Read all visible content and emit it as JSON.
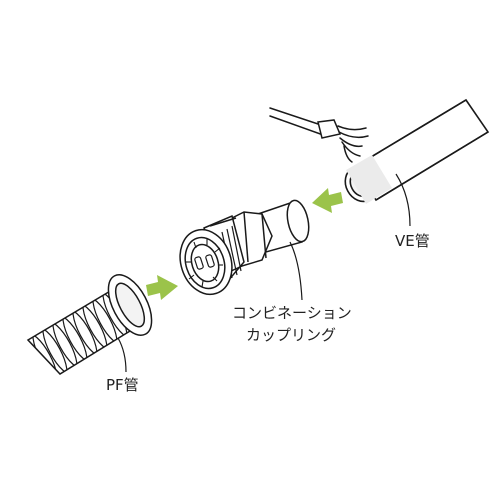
{
  "labels": {
    "ve_pipe": "VE管",
    "combination_coupling_line1": "コンビネーション",
    "combination_coupling_line2": "カップリング",
    "pf_pipe": "PF管"
  },
  "colors": {
    "arrow": "#9bc34a",
    "outline": "#1a1a1a",
    "fill": "#ffffff",
    "pipe_tint": "#f3f3f3"
  },
  "icons": [
    "right-arrow-icon",
    "left-arrow-icon"
  ]
}
